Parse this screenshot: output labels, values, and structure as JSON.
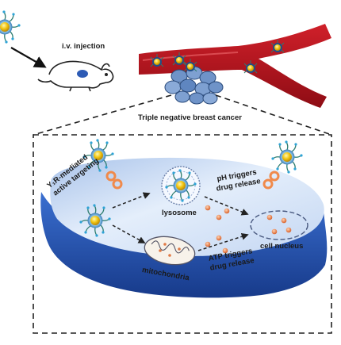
{
  "labels": {
    "iv_injection": "i.v. injection",
    "tnbc": "Triple negative breast cancer",
    "targeting_line1": "Y₁R-mediated",
    "targeting_line2": "active targeting",
    "lysosome": "lysosome",
    "ph_line1": "pH triggers",
    "ph_line2": "drug release",
    "cell_nucleus": "cell nucleus",
    "mitochondria": "mitochondria",
    "atp_line1": "ATP triggers",
    "atp_line2": "drug release"
  },
  "colors": {
    "vessel": "#b3121c",
    "cell_top": "#d7e4f7",
    "cell_side": "#2d5bb5",
    "nanoparticle_core": "#f1c40f",
    "nanoparticle_ligand": "#2e7d6f",
    "receptor": "#f08a4b",
    "drug_dot": "#e07a45"
  },
  "icons": [
    "mouse-icon",
    "blood-vessel-icon",
    "tumor-cluster-icon",
    "nanoparticle-icon",
    "receptor-icon",
    "lysosome-icon",
    "mitochondria-icon",
    "nucleus-icon"
  ]
}
